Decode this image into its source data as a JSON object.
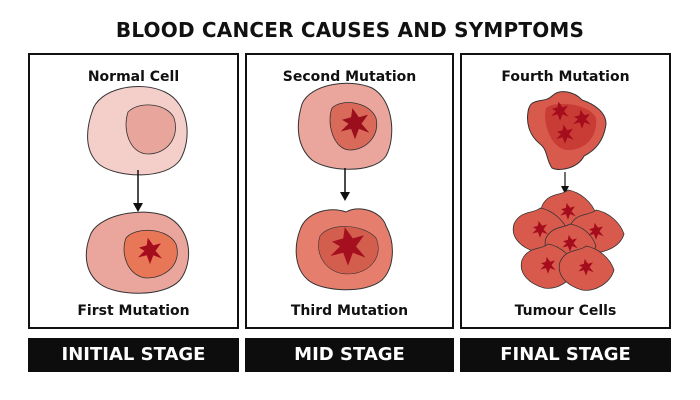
{
  "title": "BLOOD CANCER CAUSES AND SYMPTOMS",
  "panels": [
    {
      "top_label": "Normal Cell",
      "bottom_label": "First Mutation",
      "stage": "INITIAL STAGE"
    },
    {
      "top_label": "Second Mutation",
      "bottom_label": "Third Mutation",
      "stage": "MID STAGE"
    },
    {
      "top_label": "Fourth Mutation",
      "bottom_label": "Tumour Cells",
      "stage": "FINAL STAGE"
    }
  ]
}
